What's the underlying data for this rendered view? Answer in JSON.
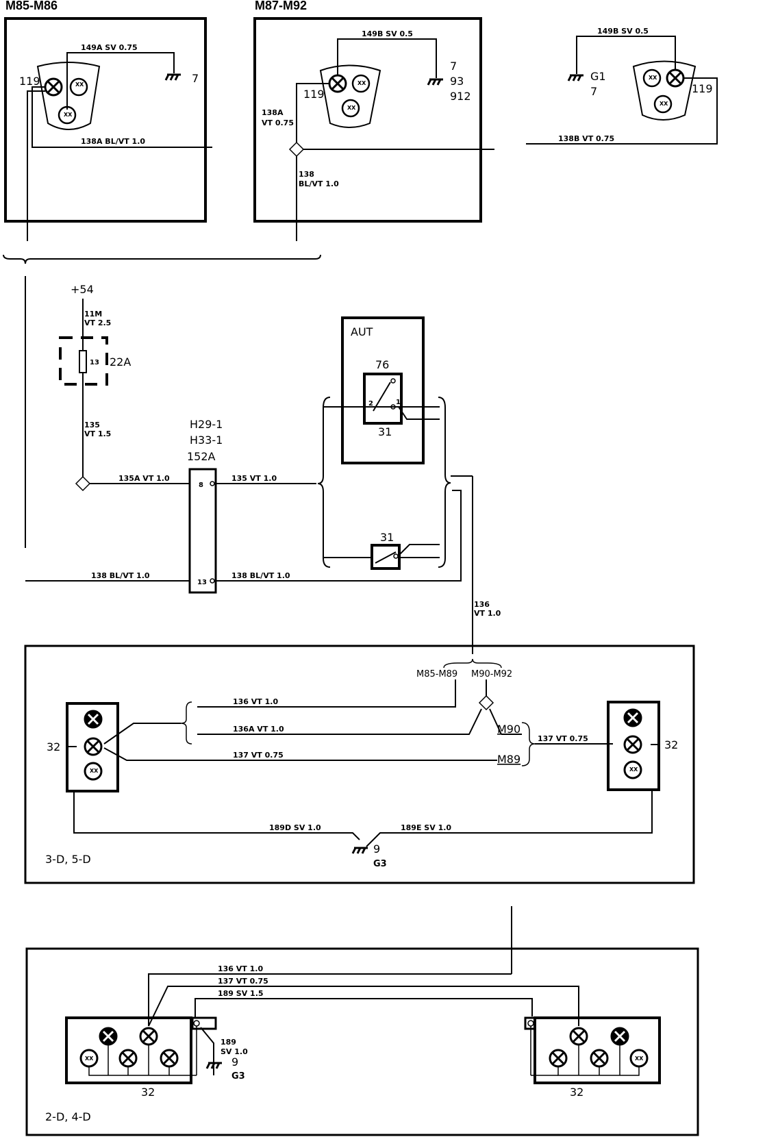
{
  "headers": {
    "m85_m86": "M85-M86",
    "m87_m92": "M87-M92",
    "aut": "AUT",
    "d3_d5": "3-D, 5-D",
    "d2_d4": "2-D, 4-D"
  },
  "components": {
    "lamp_119": "119",
    "ground_7": "7",
    "ground_93": "93",
    "ground_912": "912",
    "ground_g1": "G1",
    "supply_54": "+54",
    "fuse_box": "22A",
    "fuse_pin": "13",
    "connector_a": "H29-1",
    "connector_b": "H33-1",
    "connector_num": "152A",
    "pin_8": "8",
    "pin_13": "13",
    "relay_num": "76",
    "relay_pin2": "2",
    "relay_pin1": "1",
    "switch_31": "31",
    "lamp_32": "32",
    "ground_9": "9",
    "ground_g3": "G3",
    "variant_m85_m89": "M85-M89",
    "variant_m90_m92": "M90-M92",
    "variant_m90": "M90",
    "variant_m89": "M89",
    "xx": "XX"
  },
  "wires": {
    "w149a": "149A SV 0.75",
    "w138a_bl": "138A BL/VT 1.0",
    "w149b_sv05": "149B SV 0.5",
    "w138a_num": "138A",
    "w138a_col": "VT 0.75",
    "w138_num": "138",
    "w138_col": "BL/VT 1.0",
    "w149b_r": "149B SV 0.5",
    "w138b": "138B VT 0.75",
    "w11m_num": "11M",
    "w11m_col": "VT 2.5",
    "w135_num": "135",
    "w135_col": "VT 1.5",
    "w135a": "135A VT 1.0",
    "w135": "135 VT 1.0",
    "w138_bl": "138 BL/VT 1.0",
    "w138_r": "138 BL/VT 1.0",
    "w136_num": "136",
    "w136_col": "VT 1.0",
    "w136": "136 VT 1.0",
    "w136a": "136A VT 1.0",
    "w137": "137 VT 0.75",
    "w137_r": "137 VT 0.75",
    "w189d": "189D SV 1.0",
    "w189e": "189E SV 1.0",
    "w136_b": "136 VT 1.0",
    "w137_b": "137 VT 0.75",
    "w189_b": "189 SV 1.5",
    "w189_num": "189",
    "w189_col": "SV 1.0"
  }
}
